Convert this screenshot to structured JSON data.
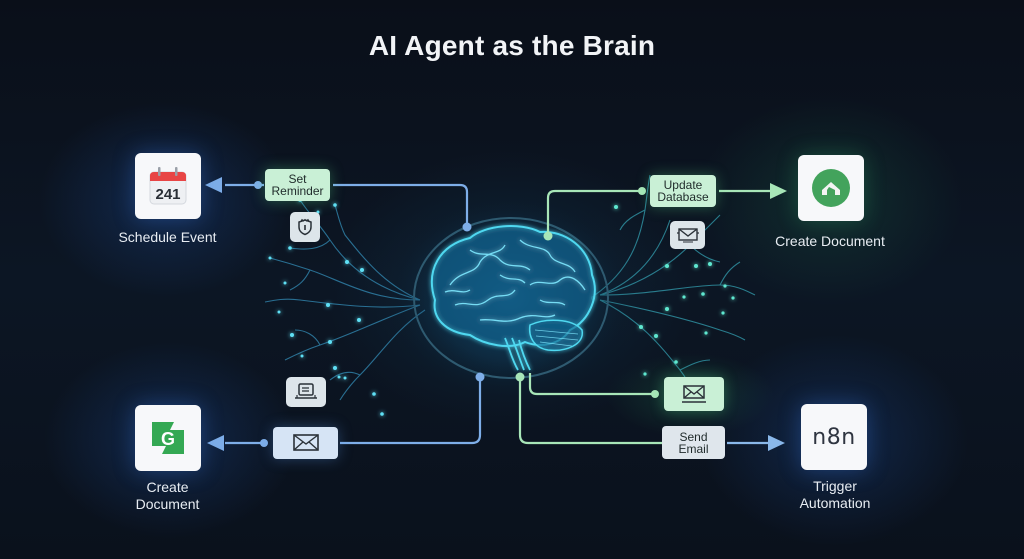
{
  "title": "AI Agent as the Brain",
  "center": {
    "icon": "brain-icon"
  },
  "colors": {
    "background": "#0a111c",
    "blue_wire": "#7eaee8",
    "green_wire": "#a8e6b8",
    "green_chip": "#c9f0d6",
    "blue_chip": "#d6e4f5",
    "calendar_red": "#e84545",
    "google_green": "#34a853",
    "neural_cyan": "#4fd8f0"
  },
  "nodes": [
    {
      "id": "schedule-event",
      "label": "Schedule Event",
      "icon": "calendar-icon",
      "icon_text": "241"
    },
    {
      "id": "create-document-top",
      "label": "Create Document",
      "icon": "home-app-icon"
    },
    {
      "id": "create-document-bottom",
      "label_line1": "Create",
      "label_line2": "Document",
      "icon": "google-g-icon",
      "icon_text": "G"
    },
    {
      "id": "trigger-automation",
      "label_line1": "Trigger",
      "label_line2": "Automation",
      "icon": "n8n-logo-icon",
      "icon_text": "n8n"
    }
  ],
  "actions": [
    {
      "id": "set-reminder",
      "line1": "Set",
      "line2": "Reminder"
    },
    {
      "id": "update-database",
      "line1": "Update",
      "line2": "Database"
    },
    {
      "id": "email-chip-left",
      "icon": "envelope-icon"
    },
    {
      "id": "email-chip-right",
      "icon": "envelope-icon"
    },
    {
      "id": "send-email",
      "line1": "Send",
      "line2": "Email"
    }
  ],
  "mini_icons": [
    {
      "id": "shield-lock",
      "icon": "shield-lock-icon"
    },
    {
      "id": "computer",
      "icon": "computer-icon"
    },
    {
      "id": "mail-open",
      "icon": "open-envelope-icon"
    }
  ]
}
